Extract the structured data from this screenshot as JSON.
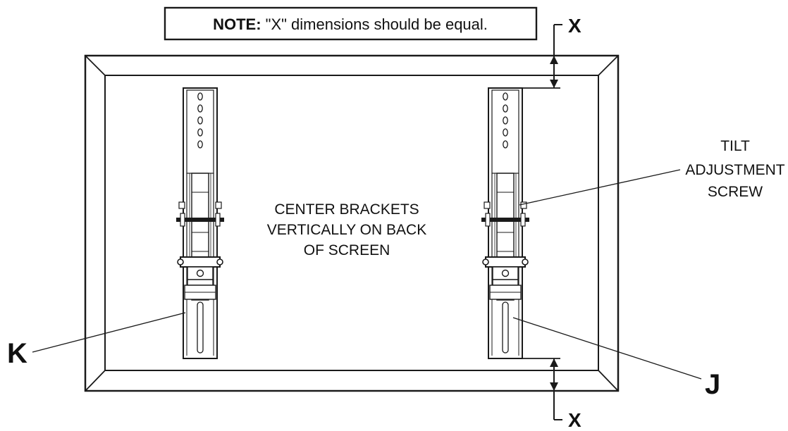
{
  "note": {
    "prefix": "NOTE:",
    "text": " \"X\" dimensions should be equal."
  },
  "labels": {
    "x_top": "X",
    "x_bottom": "X",
    "k": "K",
    "j": "J"
  },
  "center_text": [
    "CENTER BRACKETS",
    "VERTICALLY ON BACK",
    "OF SCREEN"
  ],
  "tilt_text": [
    "TILT",
    "ADJUSTMENT",
    "SCREW"
  ],
  "colors": {
    "line": "#1a1a1a",
    "fill": "#ffffff"
  }
}
